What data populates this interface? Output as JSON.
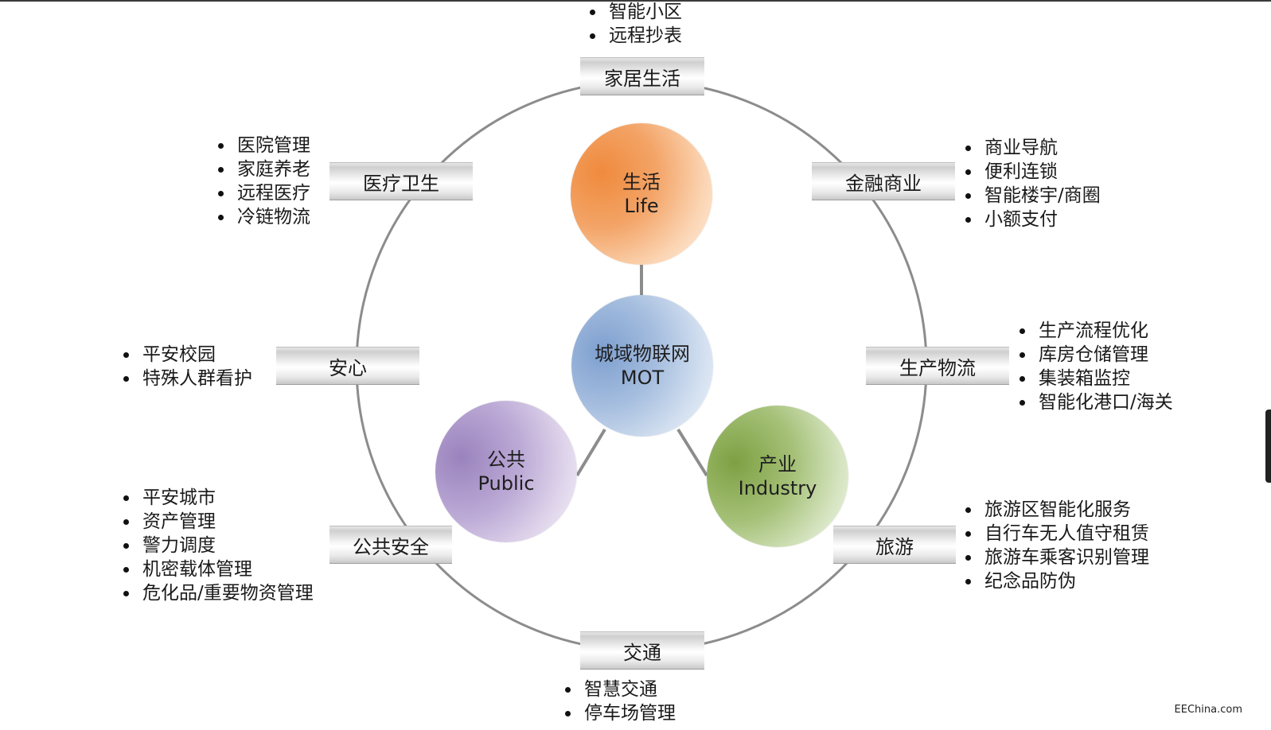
{
  "center": {
    "cn": "城域物联网",
    "en": "MOT"
  },
  "pillars": {
    "life": {
      "cn": "生活",
      "en": "Life"
    },
    "public": {
      "cn": "公共",
      "en": "Public"
    },
    "industry": {
      "cn": "产业",
      "en": "Industry"
    }
  },
  "categories": {
    "home": {
      "label": "家居生活",
      "items": [
        "智能小区",
        "远程抄表"
      ]
    },
    "medical": {
      "label": "医疗卫生",
      "items": [
        "医院管理",
        "家庭养老",
        "远程医疗",
        "冷链物流"
      ]
    },
    "finance": {
      "label": "金融商业",
      "items": [
        "商业导航",
        "便利连锁",
        "智能楼宇/商圈",
        "小额支付"
      ]
    },
    "security": {
      "label": "安心",
      "items": [
        "平安校园",
        "特殊人群看护"
      ]
    },
    "logistics": {
      "label": "生产物流",
      "items": [
        "生产流程优化",
        "库房仓储管理",
        "集装箱监控",
        "智能化港口/海关"
      ]
    },
    "publicsafety": {
      "label": "公共安全",
      "items": [
        "平安城市",
        "资产管理",
        "警力调度",
        "机密载体管理",
        "危化品/重要物资管理"
      ]
    },
    "tourism": {
      "label": "旅游",
      "items": [
        "旅游区智能化服务",
        "自行车无人值守租赁",
        "旅游车乘客识别管理",
        "纪念品防伪"
      ]
    },
    "traffic": {
      "label": "交通",
      "items": [
        "智慧交通",
        "停车场管理"
      ]
    }
  },
  "watermark": "EEChina.com"
}
